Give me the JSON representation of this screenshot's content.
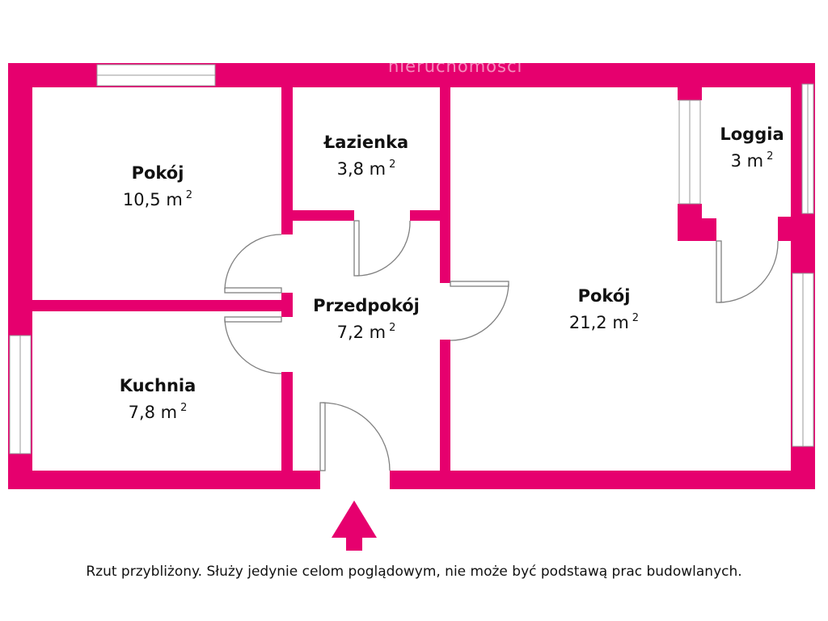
{
  "colors": {
    "wall": "#E6006E",
    "door_line": "#808080",
    "window": "#ffffff",
    "text": "#111111"
  },
  "watermark": "nieruchomosci",
  "rooms": [
    {
      "name": "Pokój",
      "area": "10,5 m",
      "unit_sup": "2"
    },
    {
      "name": "Łazienka",
      "area": "3,8 m",
      "unit_sup": "2"
    },
    {
      "name": "Loggia",
      "area": "3 m",
      "unit_sup": "2"
    },
    {
      "name": "Przedpokój",
      "area": "7,2 m",
      "unit_sup": "2"
    },
    {
      "name": "Pokój",
      "area": "21,2 m",
      "unit_sup": "2"
    },
    {
      "name": "Kuchnia",
      "area": "7,8 m",
      "unit_sup": "2"
    }
  ],
  "entrance_icon": "arrow-up-icon",
  "disclaimer": "Rzut przybliżony. Służy jedynie celom poglądowym, nie może być podstawą prac budowlanych."
}
